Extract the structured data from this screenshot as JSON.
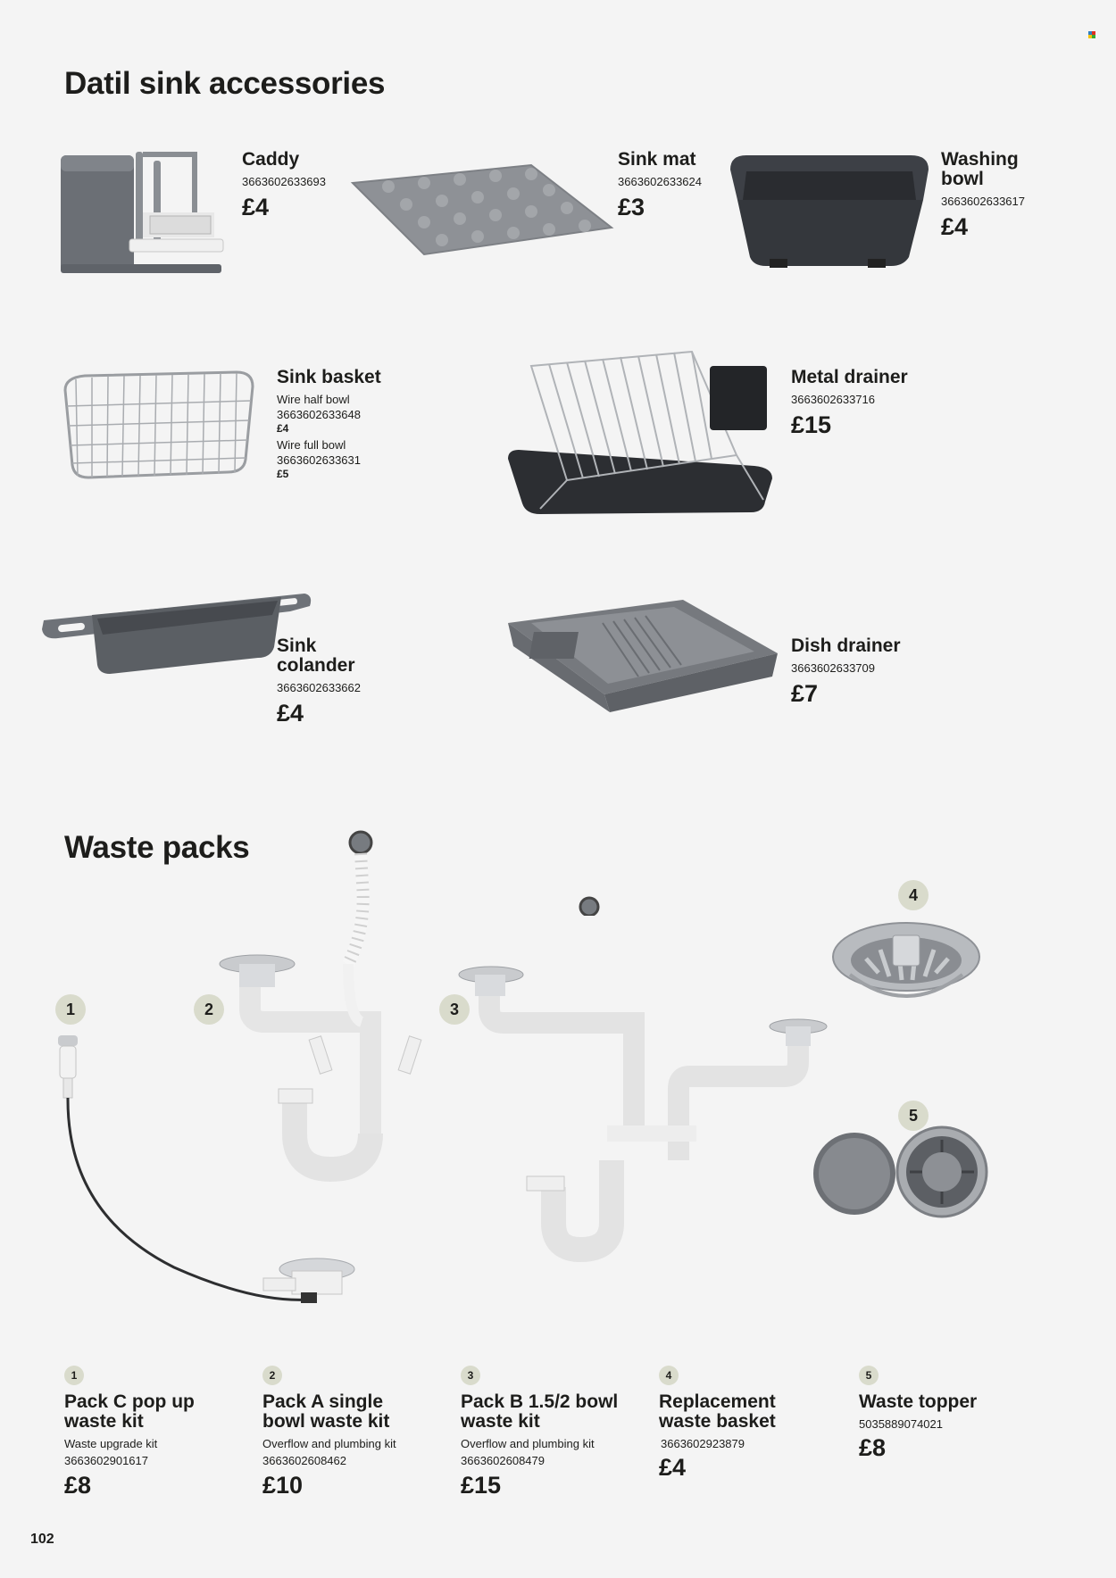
{
  "section1": {
    "title": "Datil sink accessories"
  },
  "products": {
    "caddy": {
      "name": "Caddy",
      "code": "3663602633693",
      "price": "£4"
    },
    "sink_mat": {
      "name": "Sink mat",
      "code": "3663602633624",
      "price": "£3"
    },
    "washing_bowl": {
      "name_line1": "Washing",
      "name_line2": "bowl",
      "code": "3663602633617",
      "price": "£4"
    },
    "sink_basket": {
      "name": "Sink basket",
      "variant1_label": "Wire half bowl",
      "variant1_code": "3663602633648",
      "variant1_price": "£4",
      "variant2_label": "Wire full bowl",
      "variant2_code": "3663602633631",
      "variant2_price": "£5"
    },
    "metal_drainer": {
      "name": "Metal drainer",
      "code": "3663602633716",
      "price": "£15"
    },
    "sink_colander": {
      "name_line1": "Sink",
      "name_line2": "colander",
      "code": "3663602633662",
      "price": "£4"
    },
    "dish_drainer": {
      "name": "Dish drainer",
      "code": "3663602633709",
      "price": "£7"
    }
  },
  "section2": {
    "title": "Waste packs"
  },
  "waste_packs": [
    {
      "badge": "1",
      "name_line1": "Pack C pop up",
      "name_line2": "waste kit",
      "desc": "Waste upgrade kit",
      "code": "3663602901617",
      "price": "£8"
    },
    {
      "badge": "2",
      "name_line1": "Pack A single",
      "name_line2": "bowl waste kit",
      "desc": "Overflow and plumbing kit",
      "code": "3663602608462",
      "price": "£10"
    },
    {
      "badge": "3",
      "name_line1": "Pack B 1.5/2 bowl",
      "name_line2": "waste kit",
      "desc": "Overflow and plumbing kit",
      "code": "3663602608479",
      "price": "£15"
    },
    {
      "badge": "4",
      "name_line1": "Replacement",
      "name_line2": "waste basket",
      "desc": "",
      "code": "3663602923879",
      "price": "£4"
    },
    {
      "badge": "5",
      "name_line1": "Waste topper",
      "name_line2": "",
      "desc": "",
      "code": "5035889074021",
      "price": "£8"
    }
  ],
  "page_number": "102",
  "colors": {
    "badge": "#d9dbcc",
    "text": "#1d1d1b",
    "background": "#f4f4f4"
  }
}
